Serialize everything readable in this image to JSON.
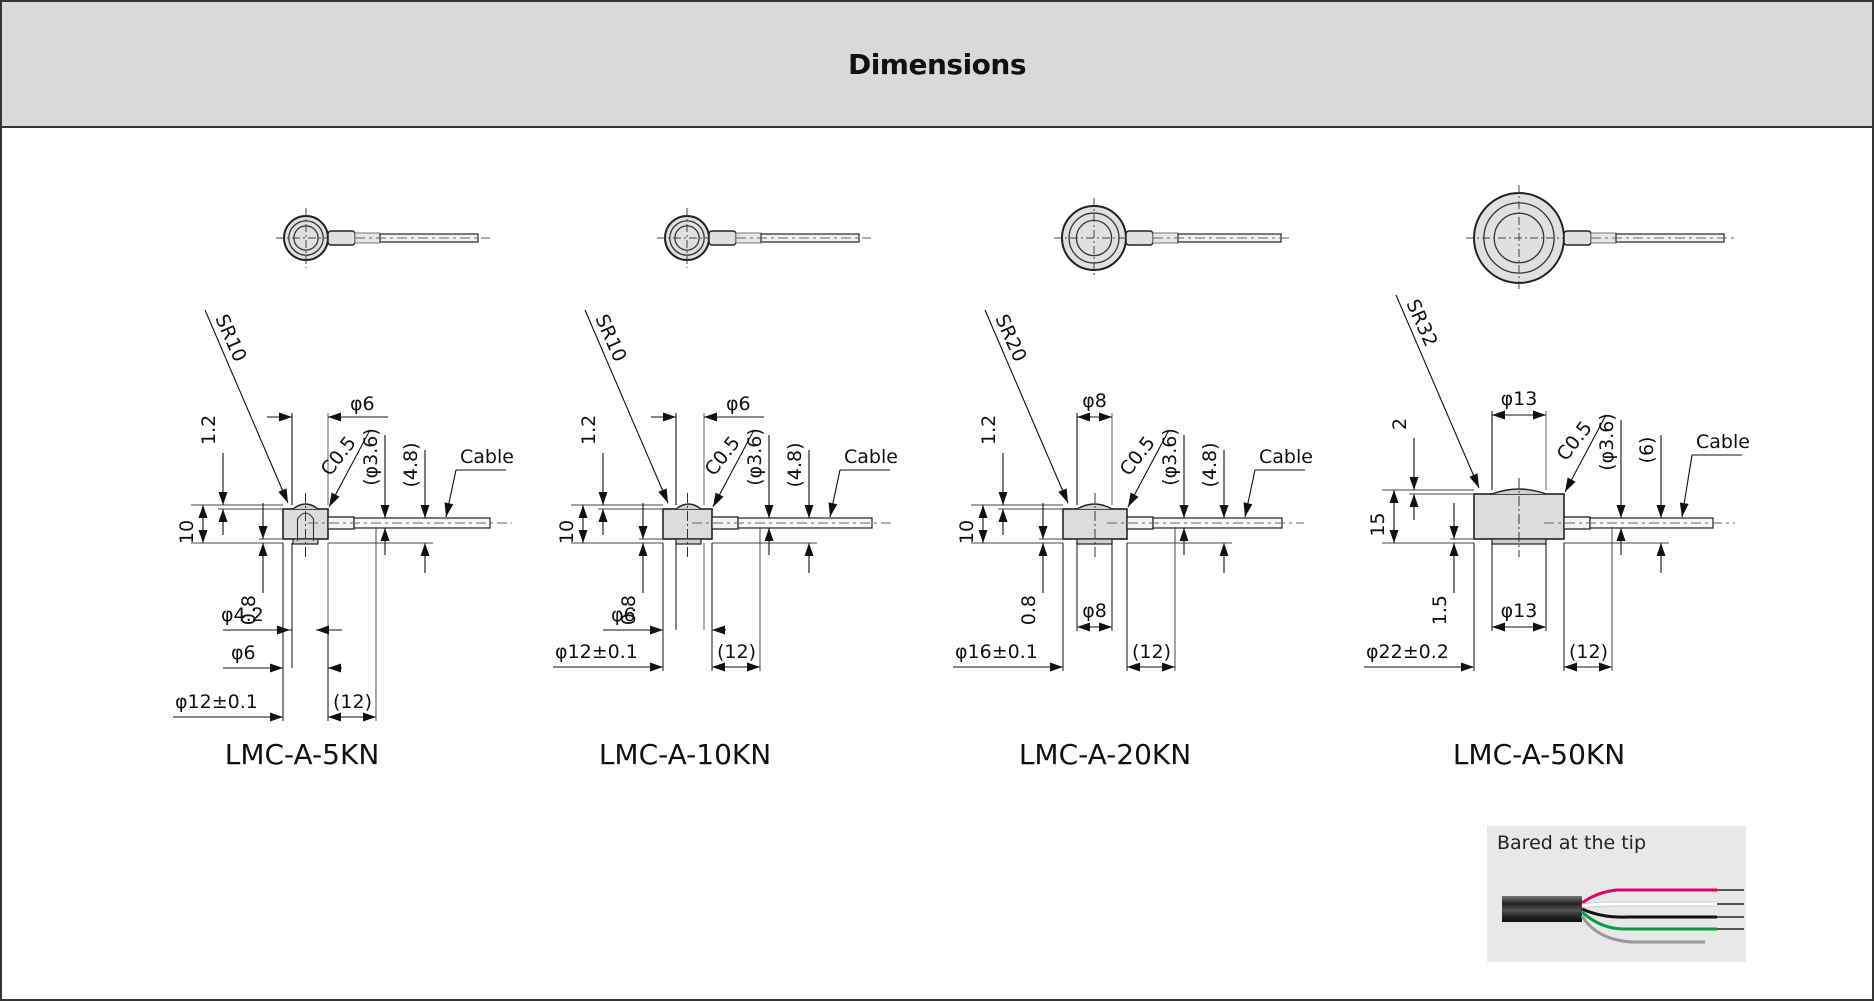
{
  "header": {
    "title": "Dimensions"
  },
  "drawings": [
    {
      "model": "LMC-A-5KN",
      "sphere_radius": "SR10",
      "top_dia": "φ6",
      "chamfer": "C0.5",
      "height": "10",
      "top_step": "1.2",
      "bottom_step": "0.8",
      "bottom_dia": "φ6",
      "inner_dia": "φ4.2",
      "body_dia": "φ12±0.1",
      "cable_len": "(12)",
      "cable_dia": "(φ3.6)",
      "cable_center": "(4.8)",
      "cable_label": "Cable"
    },
    {
      "model": "LMC-A-10KN",
      "sphere_radius": "SR10",
      "top_dia": "φ6",
      "chamfer": "C0.5",
      "height": "10",
      "top_step": "1.2",
      "bottom_step": "0.8",
      "bottom_dia": "φ6",
      "body_dia": "φ12±0.1",
      "cable_len": "(12)",
      "cable_dia": "(φ3.6)",
      "cable_center": "(4.8)",
      "cable_label": "Cable"
    },
    {
      "model": "LMC-A-20KN",
      "sphere_radius": "SR20",
      "top_dia": "φ8",
      "chamfer": "C0.5",
      "height": "10",
      "top_step": "1.2",
      "bottom_step": "0.8",
      "bottom_dia": "φ8",
      "body_dia": "φ16±0.1",
      "cable_len": "(12)",
      "cable_dia": "(φ3.6)",
      "cable_center": "(4.8)",
      "cable_label": "Cable"
    },
    {
      "model": "LMC-A-50KN",
      "sphere_radius": "SR32",
      "top_dia": "φ13",
      "chamfer": "C0.5",
      "height": "15",
      "top_step": "2",
      "bottom_step": "1.5",
      "bottom_dia": "φ13",
      "body_dia": "φ22±0.2",
      "cable_len": "(12)",
      "cable_dia": "(φ3.6)",
      "cable_center": "(6)",
      "cable_label": "Cable"
    }
  ],
  "bared_tip": {
    "title": "Bared at the tip",
    "wire_colors": [
      "#e0006e",
      "#ffffff",
      "#111111",
      "#00a040",
      "#999999"
    ]
  },
  "colors": {
    "header_bg": "#d9d9d9",
    "body_fill": "#e0e0e0",
    "line": "#111111",
    "thin_line": "#555555"
  }
}
